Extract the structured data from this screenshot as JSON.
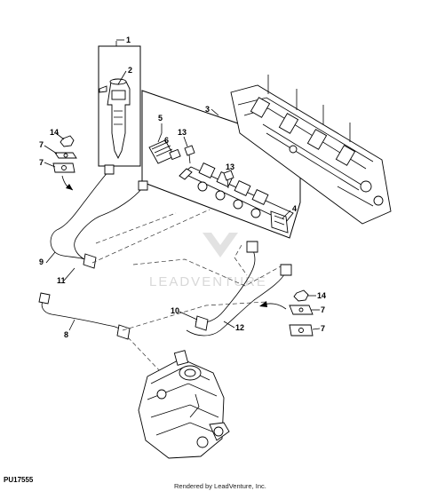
{
  "diagram": {
    "callouts": {
      "c1": "1",
      "c2": "2",
      "c3": "3",
      "c4": "4",
      "c5": "5",
      "c6": "6",
      "c13a": "13",
      "c13b": "13",
      "c14a": "14",
      "c7a": "7",
      "c7b": "7",
      "c9": "9",
      "c11": "11",
      "c8": "8",
      "c10": "10",
      "c12": "12",
      "c14b": "14",
      "c7c": "7",
      "c7d": "7"
    },
    "watermark": "LEADVENTURE",
    "figure_code": "PU17555",
    "footer": "Rendered by LeadVenture, Inc."
  }
}
